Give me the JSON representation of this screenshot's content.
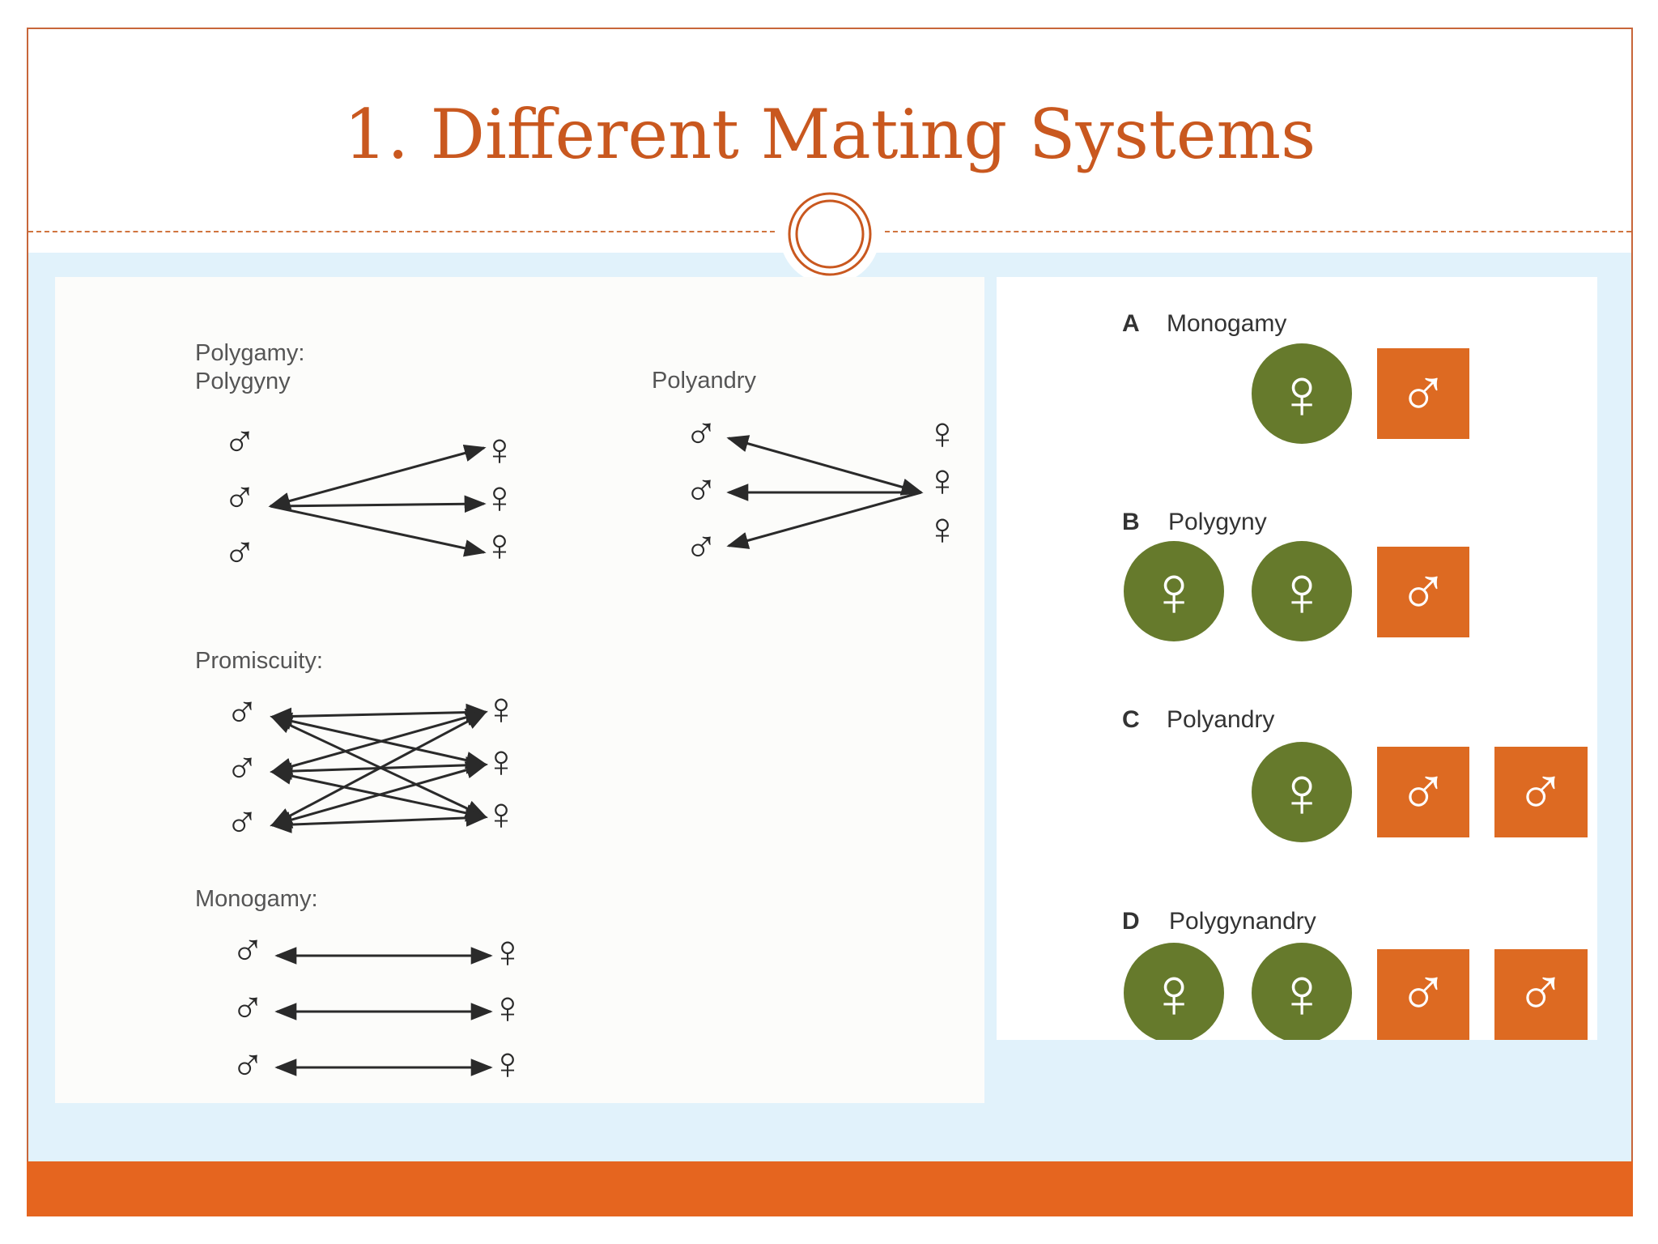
{
  "slide": {
    "title": "1. Different Mating Systems"
  },
  "left_diagram": {
    "polygyny_label_line1": "Polygamy:",
    "polygyny_label_line2": "Polygyny",
    "polyandry_label": "Polyandry",
    "promiscuity_label": "Promiscuity:",
    "monogamy_label": "Monogamy:",
    "male_symbol": "♂",
    "female_symbol": "♀"
  },
  "right_diagram": {
    "rows": [
      {
        "letter": "A",
        "name": "Monogamy"
      },
      {
        "letter": "B",
        "name": "Polygyny"
      },
      {
        "letter": "C",
        "name": "Polyandry"
      },
      {
        "letter": "D",
        "name": "Polygynandry"
      }
    ],
    "male_symbol": "♂",
    "female_symbol": "♀"
  },
  "colors": {
    "title": "#c9581f",
    "accent_orange": "#e5651f",
    "female_green": "#667a2c",
    "male_orange": "#dd6a22",
    "content_background": "#e1f2fb"
  }
}
